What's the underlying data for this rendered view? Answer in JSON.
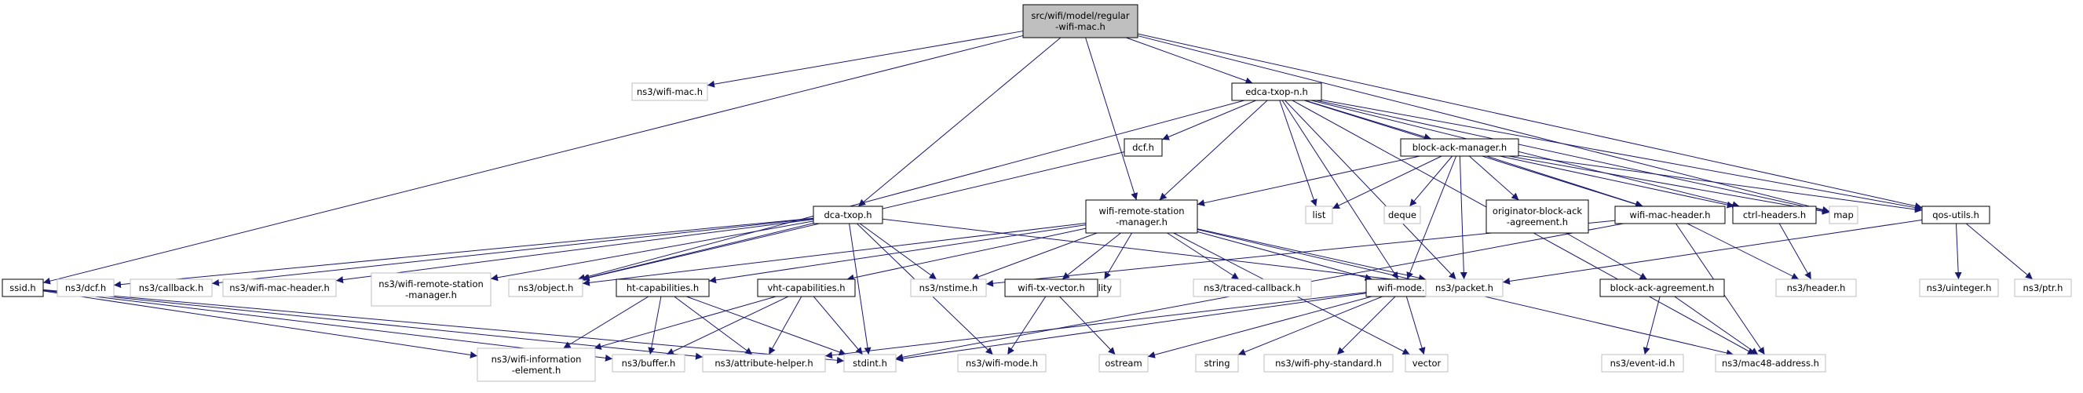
{
  "colors": {
    "edge": "#191970",
    "root_fill": "#bfbfbf",
    "documented_border": "#000000",
    "external_border": "#bfbfbf",
    "background": "#ffffff"
  },
  "nodes": [
    {
      "id": "root",
      "label": [
        "src/wifi/model/regular",
        "-wifi-mac.h"
      ],
      "kind": "root"
    },
    {
      "id": "ns3_wifi_mac",
      "label": [
        "ns3/wifi-mac.h"
      ],
      "kind": "external"
    },
    {
      "id": "edca",
      "label": [
        "edca-txop-n.h"
      ],
      "kind": "documented"
    },
    {
      "id": "dcf",
      "label": [
        "dcf.h"
      ],
      "kind": "documented"
    },
    {
      "id": "bam",
      "label": [
        "block-ack-manager.h"
      ],
      "kind": "documented"
    },
    {
      "id": "dca",
      "label": [
        "dca-txop.h"
      ],
      "kind": "documented"
    },
    {
      "id": "wrsm",
      "label": [
        "wifi-remote-station",
        "-manager.h"
      ],
      "kind": "documented"
    },
    {
      "id": "list",
      "label": [
        "list"
      ],
      "kind": "external"
    },
    {
      "id": "deque",
      "label": [
        "deque"
      ],
      "kind": "external"
    },
    {
      "id": "obaa",
      "label": [
        "originator-block-ack",
        "-agreement.h"
      ],
      "kind": "documented"
    },
    {
      "id": "wmh",
      "label": [
        "wifi-mac-header.h"
      ],
      "kind": "documented"
    },
    {
      "id": "ctrl",
      "label": [
        "ctrl-headers.h"
      ],
      "kind": "documented"
    },
    {
      "id": "map",
      "label": [
        "map"
      ],
      "kind": "external"
    },
    {
      "id": "qos",
      "label": [
        "qos-utils.h"
      ],
      "kind": "documented"
    },
    {
      "id": "ssid",
      "label": [
        "ssid.h"
      ],
      "kind": "documented"
    },
    {
      "id": "ns3_dcf",
      "label": [
        "ns3/dcf.h"
      ],
      "kind": "external"
    },
    {
      "id": "ns3_callback",
      "label": [
        "ns3/callback.h"
      ],
      "kind": "external"
    },
    {
      "id": "ns3_wmh",
      "label": [
        "ns3/wifi-mac-header.h"
      ],
      "kind": "external"
    },
    {
      "id": "ns3_wrsm",
      "label": [
        "ns3/wifi-remote-station",
        "-manager.h"
      ],
      "kind": "external"
    },
    {
      "id": "ns3_object",
      "label": [
        "ns3/object.h"
      ],
      "kind": "external"
    },
    {
      "id": "htcap",
      "label": [
        "ht-capabilities.h"
      ],
      "kind": "documented"
    },
    {
      "id": "vhtcap",
      "label": [
        "vht-capabilities.h"
      ],
      "kind": "documented"
    },
    {
      "id": "ns3_nstime",
      "label": [
        "ns3/nstime.h"
      ],
      "kind": "external"
    },
    {
      "id": "utility",
      "label": [
        "utility"
      ],
      "kind": "external"
    },
    {
      "id": "wtxv",
      "label": [
        "wifi-tx-vector.h"
      ],
      "kind": "documented"
    },
    {
      "id": "ns3_traced",
      "label": [
        "ns3/traced-callback.h"
      ],
      "kind": "external"
    },
    {
      "id": "wmode",
      "label": [
        "wifi-mode.h"
      ],
      "kind": "documented"
    },
    {
      "id": "ns3_packet",
      "label": [
        "ns3/packet.h"
      ],
      "kind": "external"
    },
    {
      "id": "baa",
      "label": [
        "block-ack-agreement.h"
      ],
      "kind": "documented"
    },
    {
      "id": "ns3_header",
      "label": [
        "ns3/header.h"
      ],
      "kind": "external"
    },
    {
      "id": "ns3_uinteger",
      "label": [
        "ns3/uinteger.h"
      ],
      "kind": "external"
    },
    {
      "id": "ns3_ptr",
      "label": [
        "ns3/ptr.h"
      ],
      "kind": "external"
    },
    {
      "id": "ns3_wie",
      "label": [
        "ns3/wifi-information",
        "-element.h"
      ],
      "kind": "external"
    },
    {
      "id": "ns3_buffer",
      "label": [
        "ns3/buffer.h"
      ],
      "kind": "external"
    },
    {
      "id": "ns3_attr",
      "label": [
        "ns3/attribute-helper.h"
      ],
      "kind": "external"
    },
    {
      "id": "stdint",
      "label": [
        "stdint.h"
      ],
      "kind": "external"
    },
    {
      "id": "ns3_wifi_mode",
      "label": [
        "ns3/wifi-mode.h"
      ],
      "kind": "external"
    },
    {
      "id": "ostream",
      "label": [
        "ostream"
      ],
      "kind": "external"
    },
    {
      "id": "string",
      "label": [
        "string"
      ],
      "kind": "external"
    },
    {
      "id": "ns3_wps",
      "label": [
        "ns3/wifi-phy-standard.h"
      ],
      "kind": "external"
    },
    {
      "id": "vector",
      "label": [
        "vector"
      ],
      "kind": "external"
    },
    {
      "id": "ns3_event",
      "label": [
        "ns3/event-id.h"
      ],
      "kind": "external"
    },
    {
      "id": "ns3_mac48",
      "label": [
        "ns3/mac48-address.h"
      ],
      "kind": "external"
    }
  ],
  "edges": [
    [
      "root",
      "ns3_wifi_mac"
    ],
    [
      "root",
      "edca"
    ],
    [
      "root",
      "dca"
    ],
    [
      "root",
      "wrsm"
    ],
    [
      "root",
      "ssid"
    ],
    [
      "root",
      "map"
    ],
    [
      "root",
      "qos"
    ],
    [
      "edca",
      "dcf"
    ],
    [
      "edca",
      "bam"
    ],
    [
      "edca",
      "wrsm"
    ],
    [
      "edca",
      "list"
    ],
    [
      "edca",
      "wmh"
    ],
    [
      "edca",
      "ctrl"
    ],
    [
      "edca",
      "map"
    ],
    [
      "edca",
      "qos"
    ],
    [
      "edca",
      "ns3_object"
    ],
    [
      "edca",
      "ns3_packet"
    ],
    [
      "edca",
      "wmode"
    ],
    [
      "edca",
      "ns3_mac48"
    ],
    [
      "dcf",
      "ns3_object"
    ],
    [
      "bam",
      "wrsm"
    ],
    [
      "bam",
      "list"
    ],
    [
      "bam",
      "deque"
    ],
    [
      "bam",
      "obaa"
    ],
    [
      "bam",
      "wmh"
    ],
    [
      "bam",
      "ctrl"
    ],
    [
      "bam",
      "map"
    ],
    [
      "bam",
      "qos"
    ],
    [
      "bam",
      "ns3_packet"
    ],
    [
      "bam",
      "wmode"
    ],
    [
      "dca",
      "ns3_dcf"
    ],
    [
      "dca",
      "ns3_callback"
    ],
    [
      "dca",
      "ns3_wmh"
    ],
    [
      "dca",
      "ns3_wrsm"
    ],
    [
      "dca",
      "ns3_object"
    ],
    [
      "dca",
      "ns3_nstime"
    ],
    [
      "dca",
      "ns3_packet"
    ],
    [
      "dca",
      "stdint"
    ],
    [
      "dca",
      "ns3_wifi_mode"
    ],
    [
      "wrsm",
      "ns3_object"
    ],
    [
      "wrsm",
      "htcap"
    ],
    [
      "wrsm",
      "vhtcap"
    ],
    [
      "wrsm",
      "ns3_nstime"
    ],
    [
      "wrsm",
      "utility"
    ],
    [
      "wrsm",
      "wtxv"
    ],
    [
      "wrsm",
      "ns3_traced"
    ],
    [
      "wrsm",
      "wmode"
    ],
    [
      "wrsm",
      "ns3_packet"
    ],
    [
      "wrsm",
      "vector"
    ],
    [
      "wrsm",
      "ns3_mac48"
    ],
    [
      "obaa",
      "baa"
    ],
    [
      "wmh",
      "ns3_nstime"
    ],
    [
      "wmh",
      "ns3_header"
    ],
    [
      "wmh",
      "ns3_mac48"
    ],
    [
      "wmh",
      "stdint"
    ],
    [
      "ctrl",
      "ns3_header"
    ],
    [
      "qos",
      "ns3_packet"
    ],
    [
      "qos",
      "ns3_uinteger"
    ],
    [
      "qos",
      "ns3_ptr"
    ],
    [
      "ssid",
      "ns3_wie"
    ],
    [
      "ssid",
      "ns3_buffer"
    ],
    [
      "ssid",
      "ns3_attr"
    ],
    [
      "ssid",
      "stdint"
    ],
    [
      "htcap",
      "ns3_wie"
    ],
    [
      "htcap",
      "ns3_buffer"
    ],
    [
      "htcap",
      "ns3_attr"
    ],
    [
      "htcap",
      "stdint"
    ],
    [
      "vhtcap",
      "ns3_wie"
    ],
    [
      "vhtcap",
      "ns3_buffer"
    ],
    [
      "vhtcap",
      "ns3_attr"
    ],
    [
      "vhtcap",
      "stdint"
    ],
    [
      "wtxv",
      "ns3_wifi_mode"
    ],
    [
      "wtxv",
      "ostream"
    ],
    [
      "wmode",
      "ns3_attr"
    ],
    [
      "wmode",
      "stdint"
    ],
    [
      "wmode",
      "ostream"
    ],
    [
      "wmode",
      "string"
    ],
    [
      "wmode",
      "ns3_wps"
    ],
    [
      "wmode",
      "vector"
    ],
    [
      "baa",
      "ns3_event"
    ],
    [
      "baa",
      "ns3_mac48"
    ]
  ]
}
